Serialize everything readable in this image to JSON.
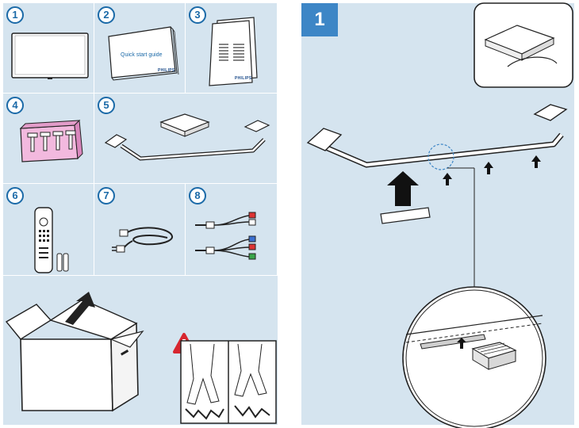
{
  "contents": {
    "items": [
      {
        "number": "1",
        "icon": "tv-icon"
      },
      {
        "number": "2",
        "icon": "quick-start-guide-icon",
        "booklet_text": "Quick start guide",
        "brand": "PHILIPS"
      },
      {
        "number": "3",
        "icon": "leaflet-icon",
        "brand": "PHILIPS"
      },
      {
        "number": "4",
        "icon": "screws-icon"
      },
      {
        "number": "5",
        "icon": "stand-icon"
      },
      {
        "number": "6",
        "icon": "remote-control-icon"
      },
      {
        "number": "7",
        "icon": "power-cord-icon"
      },
      {
        "number": "8",
        "icon": "av-cable-icon"
      }
    ],
    "unpack_icon": "box-unpacking-icon",
    "warning_icon": "warning-icon"
  },
  "step": {
    "number": "1",
    "icons": [
      "tape-strip-icon",
      "stand-base-icon",
      "magnifier-icon",
      "arrow-up-icon"
    ]
  }
}
